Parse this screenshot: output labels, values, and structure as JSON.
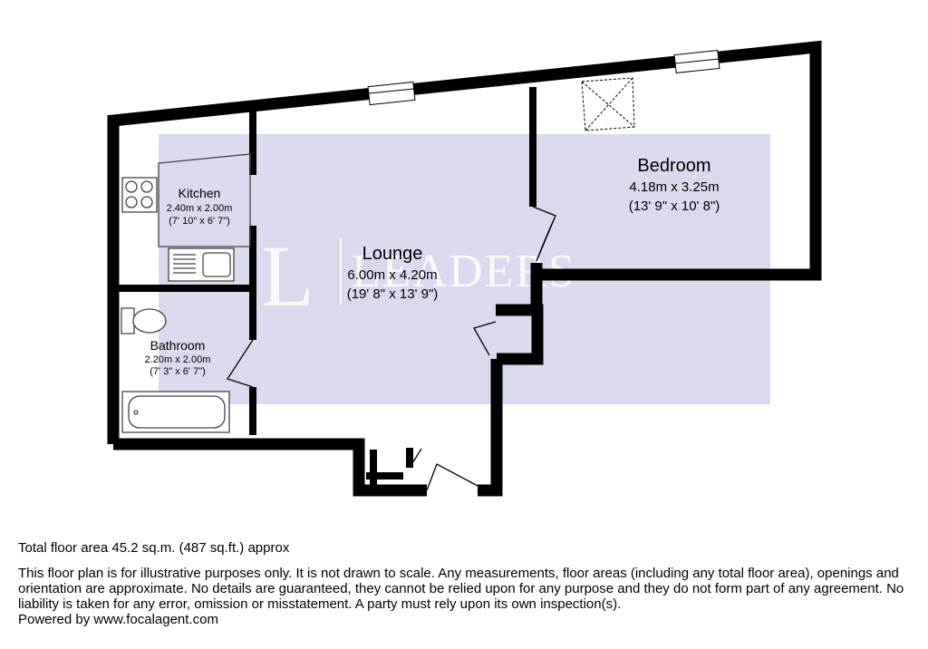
{
  "watermark": {
    "text": "LEADERS",
    "color": "#cfd0e6"
  },
  "colors": {
    "wall": "#000000",
    "shade": "#d2d3ea",
    "fixture": "#444444"
  },
  "rooms": {
    "kitchen": {
      "name": "Kitchen",
      "metric": "2.40m x 2.00m",
      "imperial": "(7' 10\" x 6' 7\")"
    },
    "lounge": {
      "name": "Lounge",
      "metric": "6.00m x 4.20m",
      "imperial": "(19' 8\" x 13' 9\")"
    },
    "bedroom": {
      "name": "Bedroom",
      "metric": "4.18m x 3.25m",
      "imperial": "(13' 9\" x 10' 8\")"
    },
    "bathroom": {
      "name": "Bathroom",
      "metric": "2.20m x 2.00m",
      "imperial": "(7' 3\" x 6' 7\")"
    }
  },
  "footer": {
    "total_area": "Total floor area 45.2 sq.m. (487 sq.ft.) approx",
    "disclaimer": "This floor plan is for illustrative purposes only. It is not drawn to scale. Any measurements, floor areas (including any total floor area), openings and orientation are approximate. No details are guaranteed, they cannot be relied upon for any purpose and they do not form part of any agreement. No liability is taken for any error, omission or misstatement. A party must rely upon its own inspection(s).",
    "powered_by": "Powered by www.focalagent.com"
  }
}
